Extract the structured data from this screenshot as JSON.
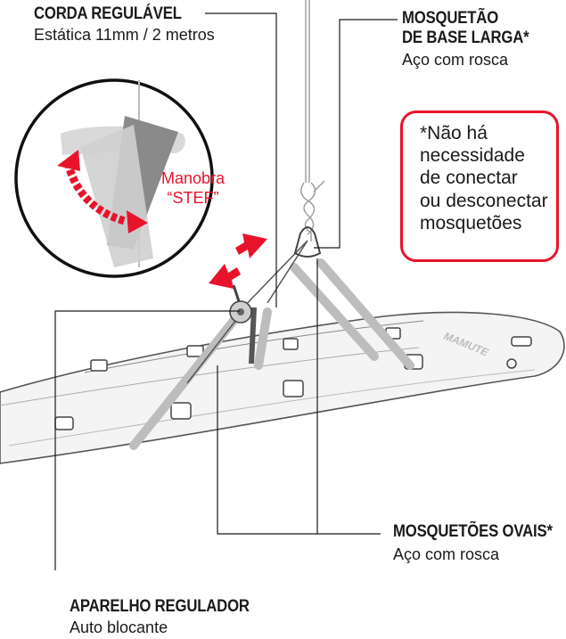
{
  "labels": {
    "corda": {
      "title": "CORDA REGULÁVEL",
      "sub": "Estática 11mm / 2 metros"
    },
    "mosquetao": {
      "title1": "MOSQUETÃO",
      "title2": "DE BASE LARGA",
      "star": "*",
      "sub": "Aço com rosca"
    },
    "ovais": {
      "title": "MOSQUETÕES OVAIS",
      "star": "*",
      "sub": "Aço com rosca"
    },
    "aparelho": {
      "title": "APARELHO REGULADOR",
      "sub": "Auto blocante"
    }
  },
  "note": {
    "lines": [
      "*Não há",
      "necessidade",
      "de conectar",
      "ou desconectar",
      "mosquetões"
    ]
  },
  "inset": {
    "line1": "Manobra",
    "line2": "“STEF”"
  },
  "brand": "MAMUTE",
  "colors": {
    "accent": "#e8132b",
    "line": "#1a1a1a",
    "board": "#f4f4f4",
    "strap": "#bdbdbd"
  }
}
